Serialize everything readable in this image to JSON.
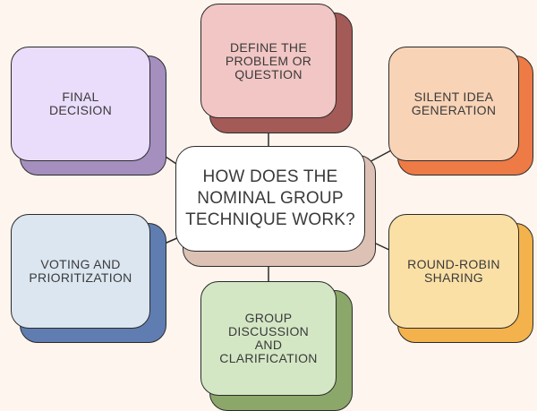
{
  "center": {
    "label": "HOW DOES THE\nNOMINAL GROUP\nTECHNIQUE WORK?"
  },
  "steps": [
    {
      "id": "define",
      "label": "DEFINE THE\nPROBLEM OR\nQUESTION"
    },
    {
      "id": "silent",
      "label": "SILENT IDEA\nGENERATION"
    },
    {
      "id": "round",
      "label": "ROUND-ROBIN\nSHARING"
    },
    {
      "id": "discussion",
      "label": "GROUP\nDISCUSSION\nAND\nCLARIFICATION"
    },
    {
      "id": "voting",
      "label": "VOTING AND\nPRIORITIZATION"
    },
    {
      "id": "final",
      "label": "FINAL\nDECISION"
    }
  ],
  "colors": {
    "background": "#fdf5ee",
    "outline": "#2b2b2b",
    "center_face": "#ffffff",
    "center_shadow": "#dcc1b4",
    "define_face": "#f1c6c4",
    "define_shadow": "#a45a57",
    "silent_face": "#f8d3b6",
    "silent_shadow": "#ee7a45",
    "round_face": "#fbe0a6",
    "round_shadow": "#f3b24b",
    "discussion_face": "#d3e7c4",
    "discussion_shadow": "#8ca76a",
    "voting_face": "#dbe6f1",
    "voting_shadow": "#5f7db0",
    "final_face": "#eadcfb",
    "final_shadow": "#a48fbf"
  }
}
